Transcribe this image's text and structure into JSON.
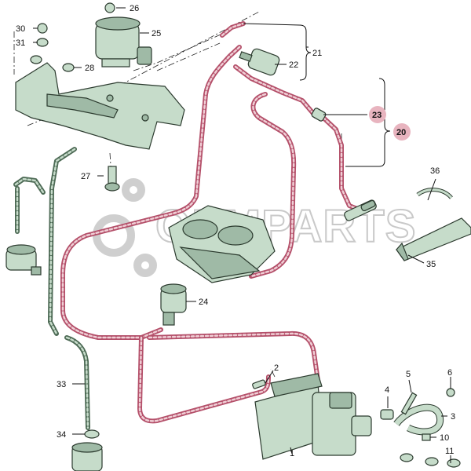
{
  "watermark": {
    "text": "OEMPARTS"
  },
  "colors": {
    "hose": "#b4506a",
    "part": "#c6dcca",
    "highlight": "#e8b4bf"
  },
  "callouts": {
    "c1": "1",
    "c2": "2",
    "c3": "3",
    "c4": "4",
    "c5": "5",
    "c6": "6",
    "c10": "10",
    "c11": "11",
    "c20": "20",
    "c21": "21",
    "c22": "22",
    "c23": "23",
    "c24": "24",
    "c25": "25",
    "c26": "26",
    "c27": "27",
    "c28": "28",
    "c30": "30",
    "c31": "31",
    "c33": "33",
    "c34": "34",
    "c35": "35",
    "c36": "36"
  }
}
